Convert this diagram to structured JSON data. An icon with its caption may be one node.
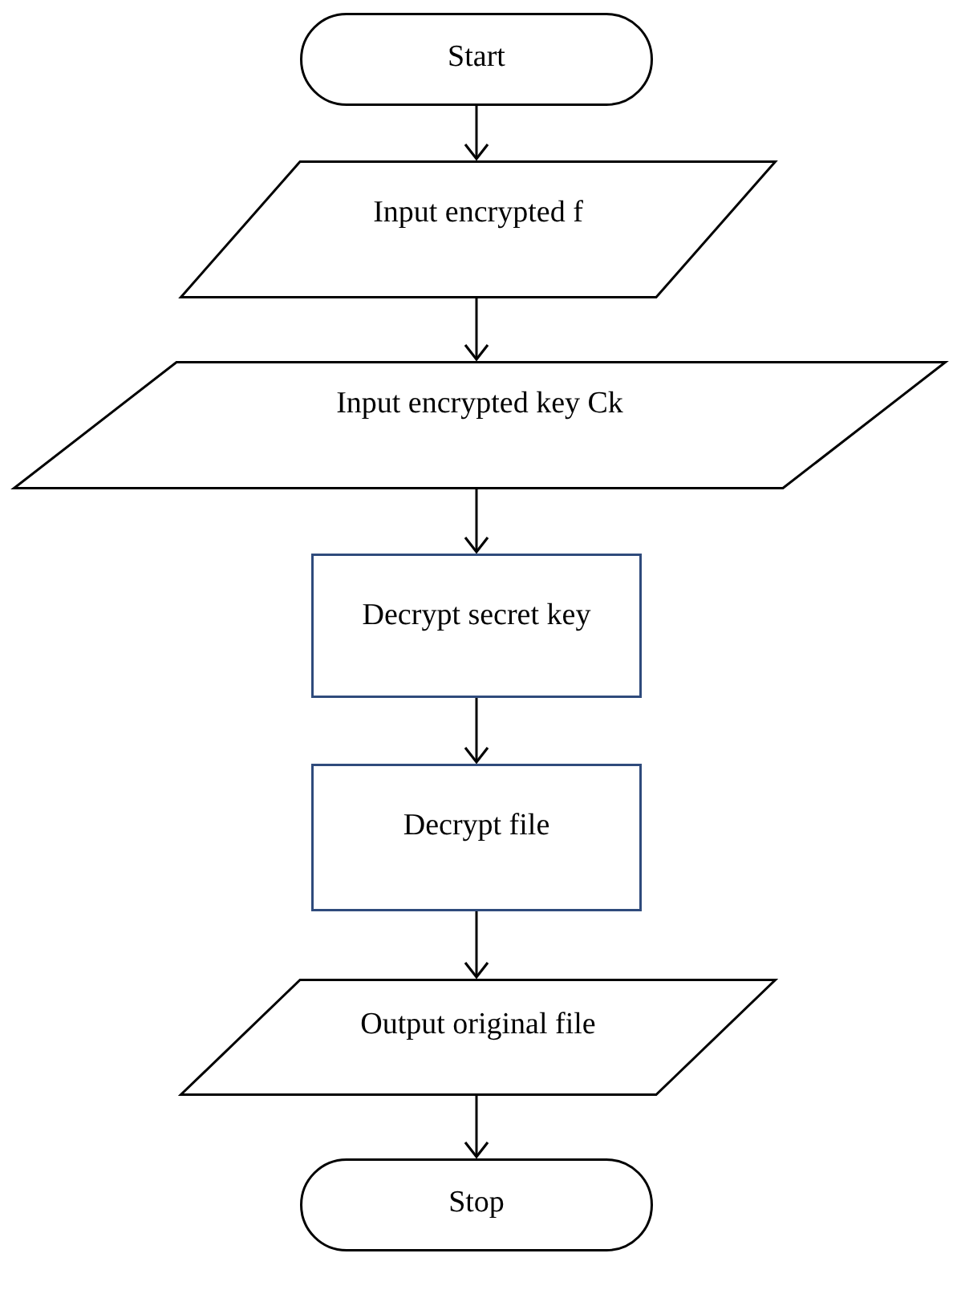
{
  "diagram": {
    "nodes": [
      {
        "text": [
          "Start"
        ]
      },
      {
        "text": [
          "Input encrypted f"
        ]
      },
      {
        "text": [
          "Input encrypted key Ck"
        ]
      },
      {
        "text": [
          "Decrypt secret key"
        ]
      },
      {
        "text": [
          "Decrypt file"
        ]
      },
      {
        "text": [
          "Output original file"
        ]
      },
      {
        "text": [
          "Stop"
        ]
      }
    ],
    "edges": [
      {
        "from": 0,
        "to": 1,
        "arrow": "to"
      },
      {
        "from": 1,
        "to": 2,
        "arrow": "to"
      },
      {
        "from": 2,
        "to": 3,
        "arrow": "to"
      },
      {
        "from": 3,
        "to": 4,
        "arrow": "to"
      },
      {
        "from": 4,
        "to": 5,
        "arrow": "to"
      },
      {
        "from": 5,
        "to": 6,
        "arrow": "to"
      }
    ]
  }
}
